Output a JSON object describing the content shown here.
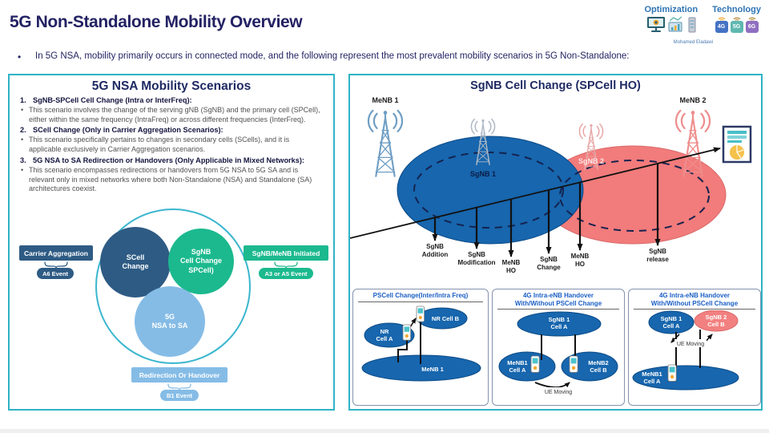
{
  "colors": {
    "accent_teal": "#2fb3c6",
    "navy": "#232263",
    "coverage_blue": "#1766ae",
    "coverage_pink": "#f27b7b",
    "green": "#1cb98e",
    "dark_blue": "#2e5b84",
    "light_blue": "#85bce6",
    "subpanel_title_blue": "#1b5fc4"
  },
  "header": {
    "title": "5G Non-Standalone Mobility Overview",
    "bullet": "In 5G NSA, mobility primarily occurs in connected mode, and the following represent the most prevalent mobility scenarios in 5G Non-Standalone:",
    "logos": {
      "optimization_label": "Optimization",
      "technology_label": "Technology",
      "author": "Mohamed Eladawi",
      "badges": [
        "4G",
        "5G",
        "6G"
      ]
    }
  },
  "left_panel": {
    "title": "5G NSA Mobility Scenarios",
    "items": [
      {
        "num": "1.",
        "heading": "SgNB-SPCell Cell Change (Intra or InterFreq):",
        "body": "This scenario involves the change of the serving gNB (SgNB) and the primary cell (SPCell), either within the same frequency (IntraFreq) or across different frequencies (InterFreq)."
      },
      {
        "num": "2.",
        "heading": "SCell Change (Only in Carrier Aggregation Scenarios):",
        "body": "This scenario specifically pertains to changes in secondary cells (SCells), and it is applicable exclusively in Carrier Aggregation scenarios."
      },
      {
        "num": "3.",
        "heading": "5G NSA to SA Redirection or Handovers (Only Applicable in Mixed Networks):",
        "body": "This scenario encompasses redirections or handovers from 5G NSA to 5G SA and is relevant only in mixed networks where both Non-Standalone (NSA) and Standalone (SA) architectures coexist."
      }
    ],
    "venn": {
      "scell": {
        "l1": "SCell",
        "l2": "Change"
      },
      "sgnb": {
        "l1": "SgNB",
        "l2": "Cell Change",
        "l3": "SPCell)"
      },
      "nsa": {
        "l1": "5G",
        "l2": "NSA to SA"
      }
    },
    "side_labels": {
      "carrier_aggregation": "Carrier Aggregation",
      "carrier_event": "A6 Event",
      "sgnb_menb": "SgNB/MeNB Initiated",
      "sgnb_event": "A3 or A5 Event",
      "redirection": "Redirection Or Handover",
      "redirection_event": "B1 Event"
    }
  },
  "right_panel": {
    "title": "SgNB Cell Change (SPCell HO)",
    "nodes": {
      "menb1": "MeNB 1",
      "menb2": "MeNB 2",
      "sgnb1": "SgNB 1",
      "sgnb2": "SgNB 2"
    },
    "events": [
      {
        "l1": "SgNB",
        "l2": "Addition"
      },
      {
        "l1": "SgNB",
        "l2": "Modification"
      },
      {
        "l1": "MeNB",
        "l2": "HO"
      },
      {
        "l1": "SgNB",
        "l2": "Change"
      },
      {
        "l1": "MeNB",
        "l2": "HO"
      },
      {
        "l1": "SgNB",
        "l2": "release"
      }
    ]
  },
  "subpanels": {
    "pscell": {
      "title": "PSCell Change(Inter/Intra Freq)",
      "nr_a_l1": "NR",
      "nr_a_l2": "Cell A",
      "nr_b": "NR Cell B",
      "menb": "MeNB 1"
    },
    "handover2": {
      "title_l1": "4G Intra-eNB Handover",
      "title_l2": "With/Without PSCell Change",
      "top_l1": "SgNB 1",
      "top_l2": "Cell A",
      "left_l1": "MeNB1",
      "left_l2": "Cell A",
      "right_l1": "MeNB2",
      "right_l2": "Cell B",
      "ue": "UE Moving"
    },
    "handover3": {
      "title_l1": "4G Intra-eNB Handover",
      "title_l2": "With/Without PSCell Change",
      "topleft_l1": "SgNB 1",
      "topleft_l2": "Cell A",
      "topright_l1": "SgNB 2",
      "topright_l2": "Cell B",
      "bottom_l1": "MeNB1",
      "bottom_l2": "Cell A",
      "ue": "UE Moving"
    }
  }
}
